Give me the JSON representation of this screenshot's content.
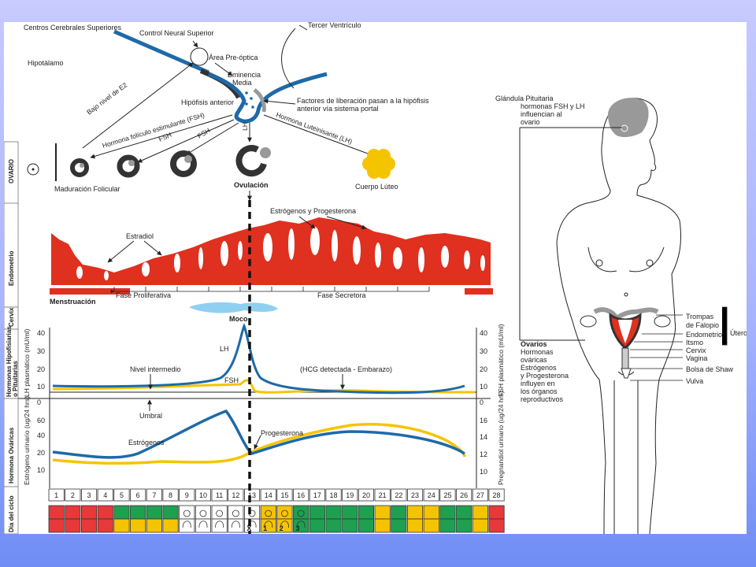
{
  "top": {
    "centros": "Centros Cerebrales Superiores",
    "control": "Control Neural Superior",
    "tercer": "Tercer Ventrículo",
    "hipotalamo": "Hipotálamo",
    "preoptica": "Área Pre-óptica",
    "eminencia1": "Eminencia",
    "eminencia2": "Media",
    "hipofisis": "Hipófisis anterior",
    "factores1": "Factores de liberación pasan a la hipófisis",
    "factores2": "anterior vía sistema portal",
    "bajo_e2": "Bajo nivel de E2",
    "fsh_long": "Hormona folículo estimulante (FSH)",
    "fsh": "FSH",
    "lh": "LH",
    "lh_long": "Hormona Luteinisante (LH)"
  },
  "ovario": {
    "side": "OVARIO",
    "maduracion": "Maduración Folicular",
    "ovulacion": "Ovulación",
    "cuerpo": "Cuerpo Lúteo"
  },
  "endometrio": {
    "side": "Endometrio",
    "estradiol": "Estradiol",
    "estro_prog": "Estrógenos y Progesterona",
    "menstruacion": "Menstruación",
    "proliferativa": "Fase Proliferativa",
    "secretora": "Fase Secretora"
  },
  "cervix": {
    "side": "Cervix",
    "moco": "Moco"
  },
  "hormonas": {
    "side1": "Hormonas Hipofisiarias",
    "side2": "o Pituitarias",
    "left_axis": "LH plasmático (mU/ml)",
    "right_axis": "FSH plasmático (mU/ml)",
    "ticks": [
      "40",
      "30",
      "20",
      "10"
    ],
    "lh_label": "LH",
    "fsh_label": "FSH",
    "nivel": "Nivel intermedio",
    "hcg": "(HCG detectada - Embarazo)",
    "umbral": "Umbral",
    "zero_left": "0",
    "zero_right": "0"
  },
  "ovaricas": {
    "side": "Hormona Ováricas",
    "left_axis": "Estrógeno urinario (ug/24 hrs)",
    "right_axis": "Pregnandiol urinario (ug/24 hrs)",
    "left_ticks": [
      "60",
      "40",
      "20",
      "10"
    ],
    "right_ticks": [
      "16",
      "14",
      "12",
      "10"
    ],
    "estrogenos": "Estrógenos",
    "progesterona": "Progesterona"
  },
  "ciclo": {
    "side": "Día del ciclo",
    "days": [
      "1",
      "2",
      "3",
      "4",
      "5",
      "6",
      "7",
      "8",
      "9",
      "10",
      "11",
      "12",
      "13",
      "14",
      "15",
      "16",
      "17",
      "18",
      "19",
      "20",
      "21",
      "22",
      "23",
      "24",
      "25",
      "26",
      "27",
      "28"
    ],
    "colors": [
      "red",
      "red",
      "red",
      "red",
      "green-yellow",
      "green-yellow",
      "green-yellow",
      "green-yellow",
      "baby",
      "baby",
      "baby",
      "baby",
      "baby-x",
      "yellow-baby",
      "yellow-baby",
      "green-baby",
      "green",
      "green",
      "green",
      "green",
      "yellow",
      "green",
      "yellow",
      "yellow",
      "green",
      "green",
      "yellow",
      "red"
    ],
    "marks": {
      "13": "X",
      "14": "1",
      "15": "2",
      "16": "3"
    }
  },
  "body": {
    "glandula1": "Glándula Pituitaria",
    "glandula2": "hormonas FSH y LH",
    "glandula3": "influencian al",
    "glandula4": "ovario",
    "trompas1": "Trompas",
    "trompas2": "de Falopio",
    "endometrio": "Endometrio",
    "itsmo": "Itsmo",
    "cervix": "Cervix",
    "vagina": "Vagina",
    "bolsa": "Bolsa de Shaw",
    "vulva": "Vulva",
    "utero": "Útero",
    "ovarios": "Ovarios",
    "hormonas": [
      "Hormonas",
      "ováricas",
      "Estrógenos",
      "y Progesterona",
      "influyen en",
      "los órganos",
      "reproductivos"
    ]
  },
  "colors": {
    "blue": "#1e6aa8",
    "yellow": "#f5c400",
    "red": "#e03020",
    "green": "#1ea050",
    "cell_red": "#e8383a",
    "cyan": "#8fd0f0"
  }
}
